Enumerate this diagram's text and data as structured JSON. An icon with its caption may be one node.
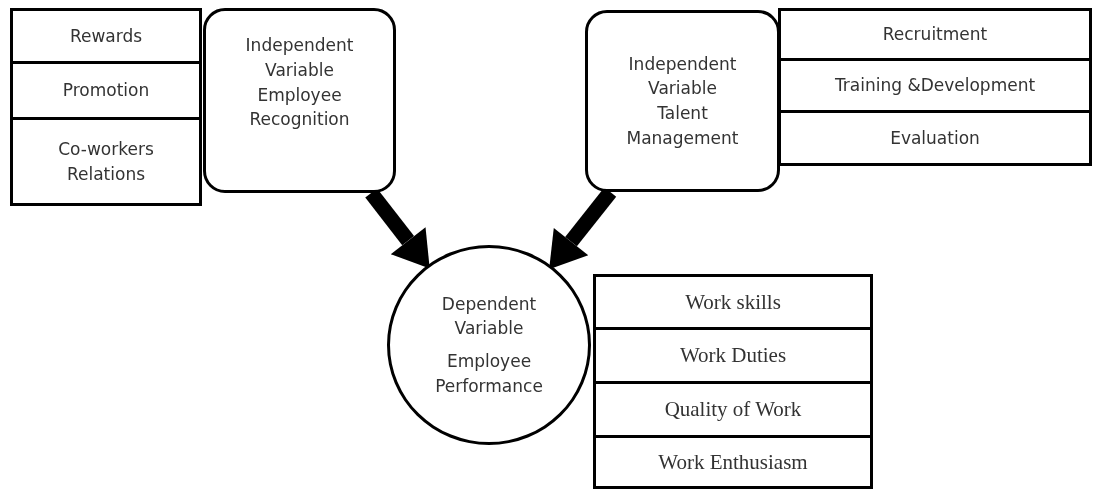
{
  "diagram": {
    "nodes": [
      {
        "text": [
          "Rewards"
        ]
      },
      {
        "text": [
          "Promotion"
        ]
      },
      {
        "text": [
          "Co-workers Relations"
        ]
      },
      {
        "text": [
          "Independent Variable Employee Recognition"
        ]
      },
      {
        "text": [
          "Independent Variable Talent Management"
        ]
      },
      {
        "text": [
          "Recruitment"
        ]
      },
      {
        "text": [
          "Training &Development"
        ]
      },
      {
        "text": [
          "Evaluation"
        ]
      },
      {
        "text": [
          "Dependent Variable",
          "Employee Performance"
        ]
      },
      {
        "text": [
          "Work skills"
        ]
      },
      {
        "text": [
          "Work Duties"
        ]
      },
      {
        "text": [
          "Quality of Work"
        ]
      },
      {
        "text": [
          "Work Enthusiasm"
        ]
      }
    ],
    "edges": [
      {
        "from": 3,
        "to": 8,
        "arrow": "to"
      },
      {
        "from": 4,
        "to": 8,
        "arrow": "to"
      }
    ]
  }
}
